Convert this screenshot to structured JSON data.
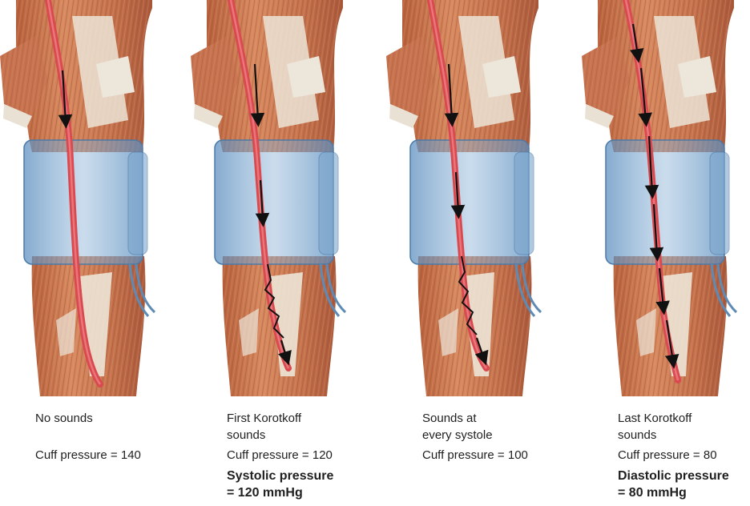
{
  "panels": [
    {
      "description": "No sounds",
      "cuff_pressure": "Cuff pressure = 140",
      "result": ""
    },
    {
      "description": "First Korotkoff\nsounds",
      "cuff_pressure": "Cuff pressure = 120",
      "result": "Systolic pressure\n= 120 mmHg"
    },
    {
      "description": "Sounds at\nevery systole",
      "cuff_pressure": "Cuff pressure = 100",
      "result": ""
    },
    {
      "description": "Last Korotkoff\nsounds",
      "cuff_pressure": "Cuff pressure = 80",
      "result": "Diastolic pressure\n= 80 mmHg"
    }
  ],
  "colors": {
    "muscle": "#c8784f",
    "muscle_dark": "#9e5134",
    "tendon": "#ece4d6",
    "artery": "#d9494f",
    "cuff": "#6f9ec6",
    "tube": "#5d8bb6"
  }
}
